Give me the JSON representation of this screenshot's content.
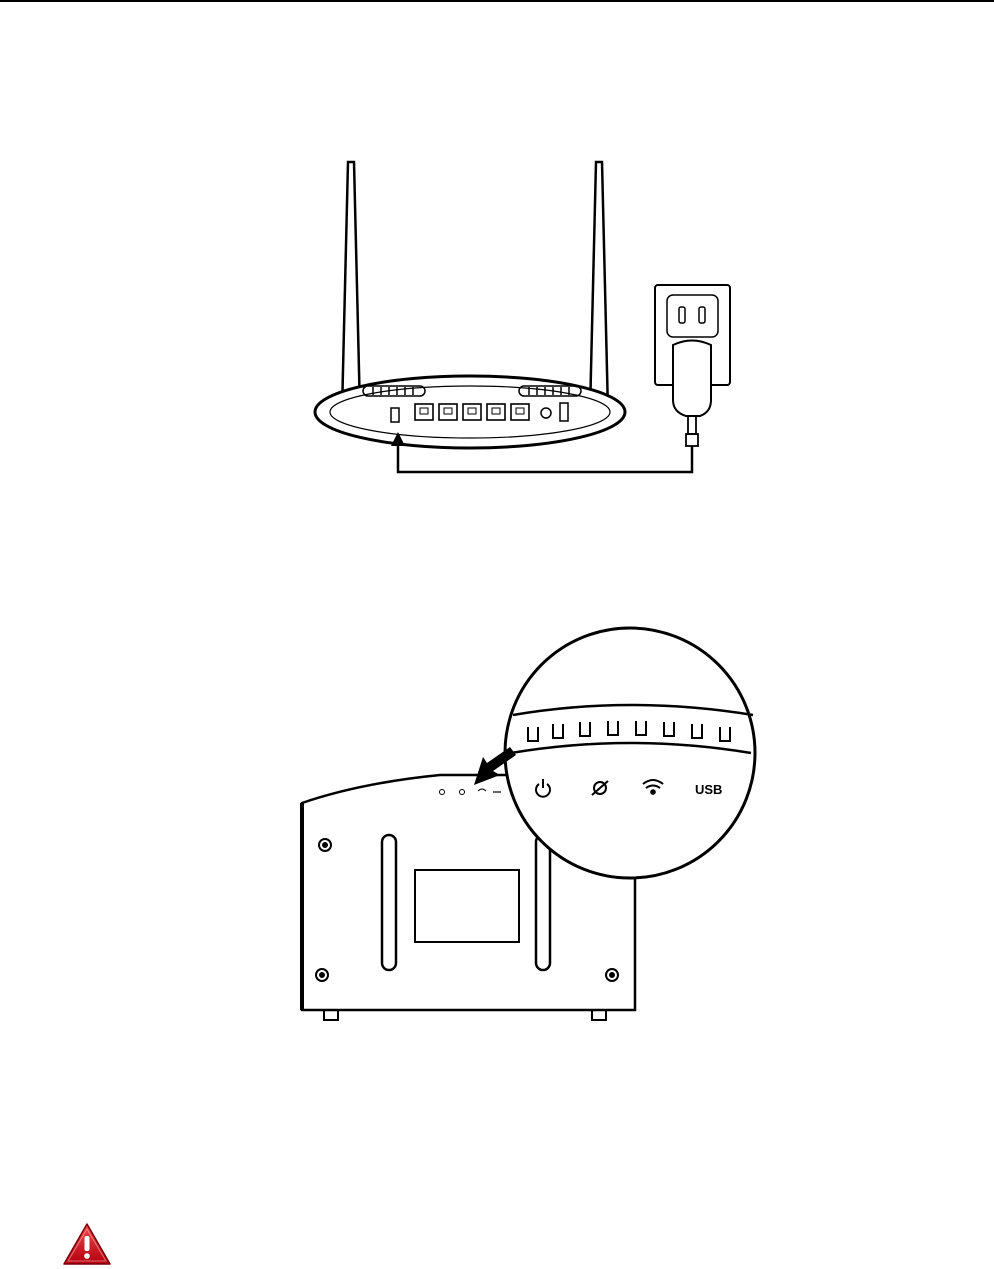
{
  "page": {
    "figures": [
      {
        "name": "router-rear-power-connection"
      },
      {
        "name": "router-top-led-panel"
      }
    ],
    "led_panel": {
      "indicators": [
        {
          "icon": "power-icon"
        },
        {
          "icon": "internet-globe-icon"
        },
        {
          "icon": "wifi-icon"
        },
        {
          "icon": "usb-label",
          "label": "USB"
        }
      ]
    },
    "warning": {
      "icon": "warning-triangle-icon",
      "color": "#d0121b"
    }
  }
}
